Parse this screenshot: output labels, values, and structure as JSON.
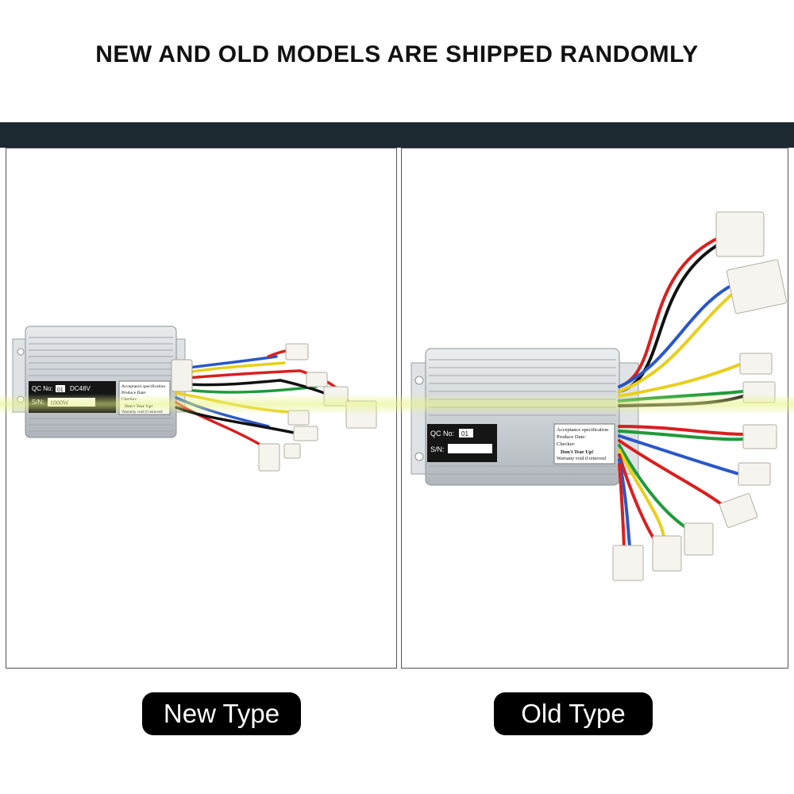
{
  "headline": "NEW AND OLD MODELS ARE SHIPPED RANDOMLY",
  "colors": {
    "bar": "#1c2930",
    "label_bg": "#000000",
    "label_text": "#ffffff",
    "wire_red": "#d8201f",
    "wire_blue": "#2a57c8",
    "wire_yellow": "#e8cf1a",
    "wire_green": "#1f9a3a",
    "wire_black": "#111111"
  },
  "new_type": {
    "label": "New Type",
    "plate": {
      "qc_prefix": "QC No:",
      "qc_value": "01",
      "voltage": "DC48V",
      "sn_prefix": "S/N:",
      "sn_value": "1000W",
      "acceptance": "Acceptance specification",
      "produce_date": "Produce Date:",
      "checker": "Checker:",
      "warning_1": "Don't Tear Up!",
      "warning_2": "Warranty void if removed"
    }
  },
  "old_type": {
    "label": "Old Type",
    "plate": {
      "qc_prefix": "QC No:",
      "qc_value": "01",
      "sn_prefix": "S/N:",
      "acceptance": "Acceptance specification",
      "produce_date": "Produce Date:",
      "checker": "Checker:",
      "warning_1": "Don't Tear Up!",
      "warning_2": "Warranty void if removed"
    }
  }
}
